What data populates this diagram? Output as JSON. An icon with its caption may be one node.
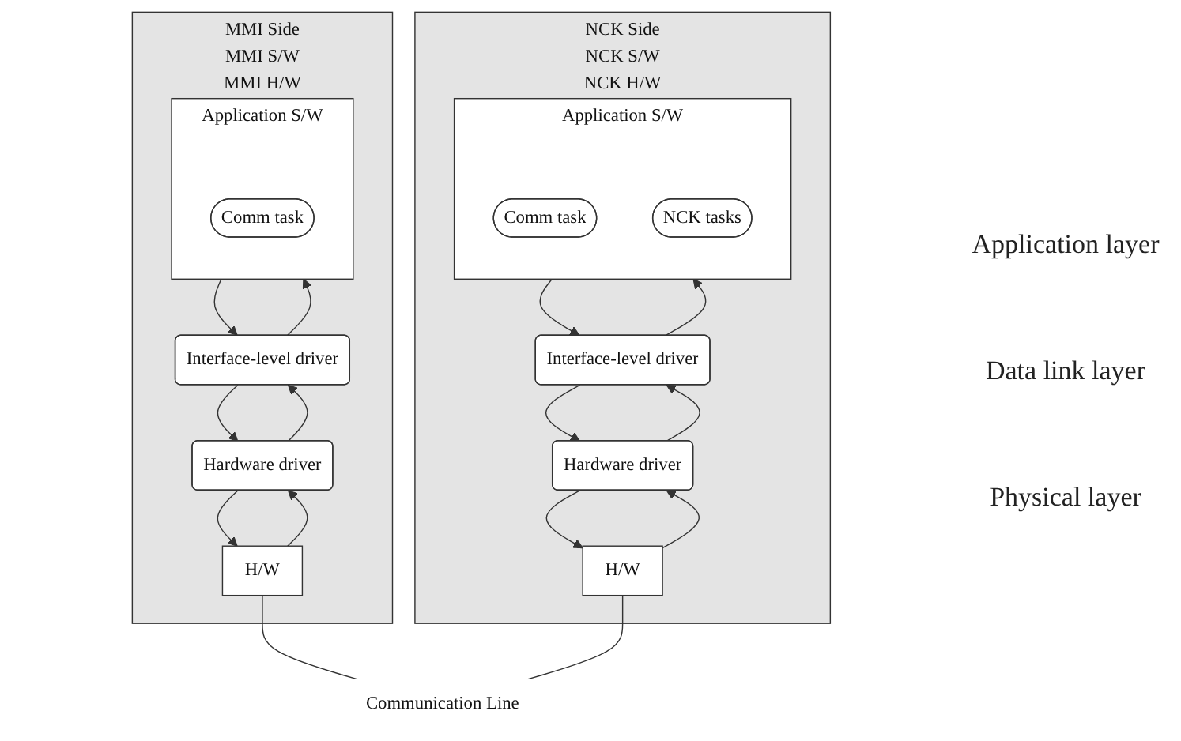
{
  "diagram": {
    "nodes": [
      {
        "text": [
          "MMI Side",
          "MMI S/W",
          "MMI H/W"
        ]
      },
      {
        "text": [
          "Application S/W"
        ],
        "in": 0
      },
      {
        "text": [
          "Comm task"
        ],
        "in": 1
      },
      {
        "text": [
          "Interface-level driver"
        ],
        "in": 0
      },
      {
        "text": [
          "Hardware driver"
        ],
        "in": 0
      },
      {
        "text": [
          "H/W"
        ],
        "in": 0
      },
      {
        "text": [
          "NCK Side",
          "NCK S/W",
          "NCK H/W"
        ]
      },
      {
        "text": [
          "Application S/W"
        ],
        "in": 6
      },
      {
        "text": [
          "Comm task"
        ],
        "in": 7
      },
      {
        "text": [
          "NCK tasks"
        ],
        "in": 7
      },
      {
        "text": [
          "Interface-level driver"
        ],
        "in": 6
      },
      {
        "text": [
          "Hardware driver"
        ],
        "in": 6
      },
      {
        "text": [
          "H/W"
        ],
        "in": 6
      },
      {
        "text": [
          "Communication Line"
        ]
      }
    ],
    "edges": [
      {
        "from": 3,
        "to": 1,
        "arrow": "to"
      },
      {
        "from": 1,
        "to": 3,
        "arrow": "to"
      },
      {
        "from": 4,
        "to": 3,
        "arrow": "to"
      },
      {
        "from": 3,
        "to": 4,
        "arrow": "to"
      },
      {
        "from": 5,
        "to": 4,
        "arrow": "to"
      },
      {
        "from": 4,
        "to": 5,
        "arrow": "to"
      },
      {
        "from": 10,
        "to": 7,
        "arrow": "to"
      },
      {
        "from": 7,
        "to": 10,
        "arrow": "to"
      },
      {
        "from": 11,
        "to": 10,
        "arrow": "to"
      },
      {
        "from": 10,
        "to": 11,
        "arrow": "to"
      },
      {
        "from": 12,
        "to": 11,
        "arrow": "to"
      },
      {
        "from": 11,
        "to": 12,
        "arrow": "to"
      },
      {
        "from": 5,
        "to": 13,
        "arrow": "none"
      },
      {
        "from": 12,
        "to": 13,
        "arrow": "none"
      }
    ],
    "labels": [
      "Application layer",
      "Data link layer",
      "Physical layer"
    ]
  }
}
